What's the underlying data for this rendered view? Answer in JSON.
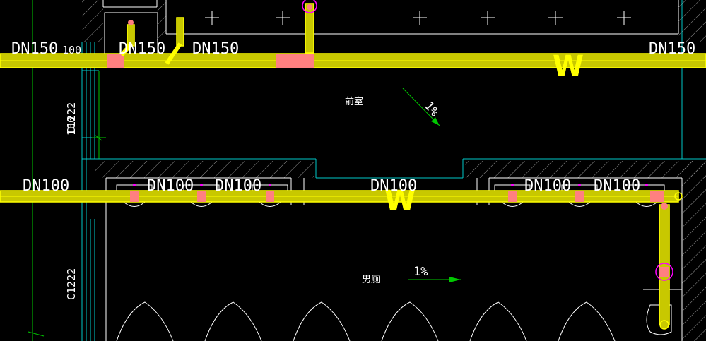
{
  "drawing": {
    "pipe_labels": {
      "top_left": "DN150",
      "top_mid_1": "DN150",
      "top_mid_2": "DN150",
      "top_right": "DN150",
      "bottom_left": "DN100",
      "bottom_1": "DN100",
      "bottom_2": "DN100",
      "bottom_center": "DN100",
      "bottom_3": "DN100",
      "bottom_4": "DN100"
    },
    "dimension_labels": {
      "dim_100_top": "100",
      "dim_100_side": "100",
      "dim_c1222_top": "C1222",
      "dim_c1222_bottom": "C1222"
    },
    "room_labels": {
      "front_room": "前室",
      "mens_toilet": "男厕"
    },
    "slope_labels": {
      "slope_upper": "1%",
      "slope_lower": "1%"
    },
    "drain_marks": {
      "upper": "W",
      "lower": "W"
    },
    "colors": {
      "background": "#000000",
      "pipe_fill": "#c8c800",
      "pipe_edge": "#ffff00",
      "fitting": "#ff8080",
      "wall_line": "#ffffff",
      "hatch": "#9a9a9a",
      "cyan_line": "#00c8c8",
      "green_line": "#00c800",
      "magenta_circle": "#ff00ff"
    }
  }
}
